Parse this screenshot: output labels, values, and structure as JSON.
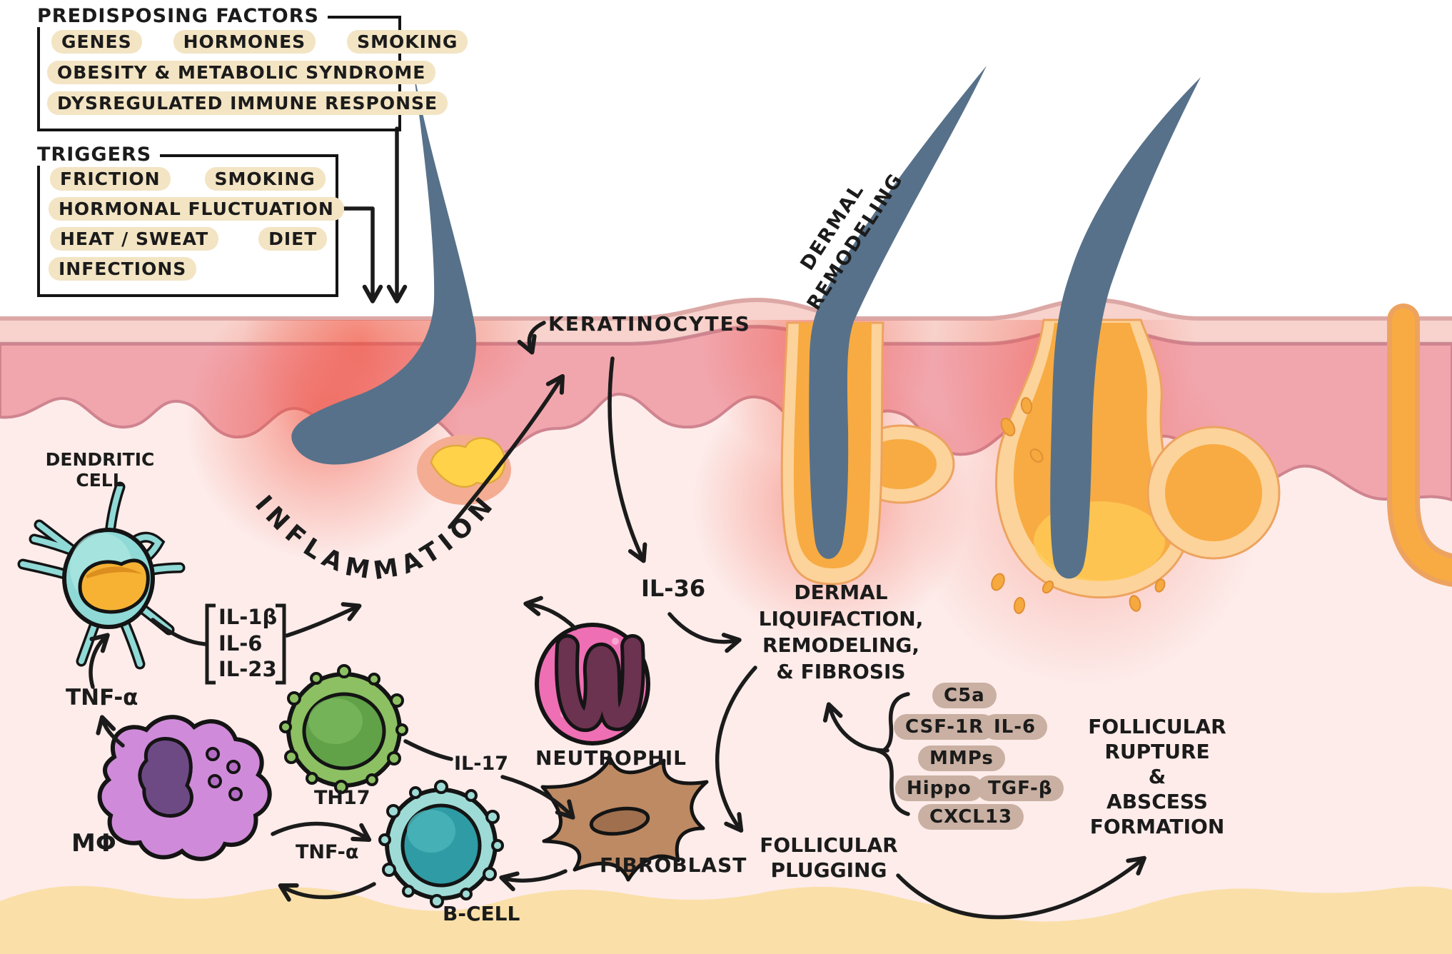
{
  "predisposing": {
    "title": "PREDISPOSING FACTORS",
    "items": [
      "GENES",
      "HORMONES",
      "SMOKING",
      "OBESITY & METABOLIC SYNDROME",
      "DYSREGULATED IMMUNE RESPONSE"
    ]
  },
  "triggers": {
    "title": "TRIGGERS",
    "items": [
      "FRICTION",
      "SMOKING",
      "HORMONAL FLUCTUATION",
      "HEAT / SWEAT",
      "DIET",
      "INFECTIONS"
    ]
  },
  "labels": {
    "keratinocytes": "KERATINOCYTES",
    "inflammation": "INFLAMMATION",
    "dermal_remodeling": [
      "DERMAL",
      "REMODELING"
    ],
    "dendritic": [
      "DENDRITIC",
      "CELL"
    ],
    "macrophage": "MΦ",
    "th17": "TH17",
    "b_cell": "B-CELL",
    "neutrophil": "NEUTROPHIL",
    "fibroblast": "FIBROBLAST"
  },
  "cytokines": {
    "bracket": [
      "IL-1β",
      "IL-6",
      "IL-23"
    ],
    "tnf_left": "TNF-α",
    "tnf_mid": "TNF-α",
    "il17": "IL-17",
    "il36": "IL-36"
  },
  "outcomes": {
    "liquifaction": [
      "DERMAL",
      "LIQUIFACTION,",
      "REMODELING,",
      "& FIBROSIS"
    ],
    "mediators": [
      "C5a",
      "CSF-1R",
      "IL-6",
      "MMPs",
      "Hippo",
      "TGF-β",
      "CXCL13"
    ],
    "plugging": [
      "FOLLICULAR",
      "PLUGGING"
    ],
    "rupture": [
      "FOLLICULAR",
      "RUPTURE",
      "&",
      "ABSCESS",
      "FORMATION"
    ]
  },
  "colors": {
    "badge_light": "#f3e4c3",
    "badge_dark": "#c9b0a2",
    "hair_blue": "#57718a",
    "inflammation_red": "#f0503c",
    "follicle_orange": "#f8ab42",
    "epidermis_pink": "#f1a6ad",
    "hypodermis_cream": "#fadfa8"
  }
}
